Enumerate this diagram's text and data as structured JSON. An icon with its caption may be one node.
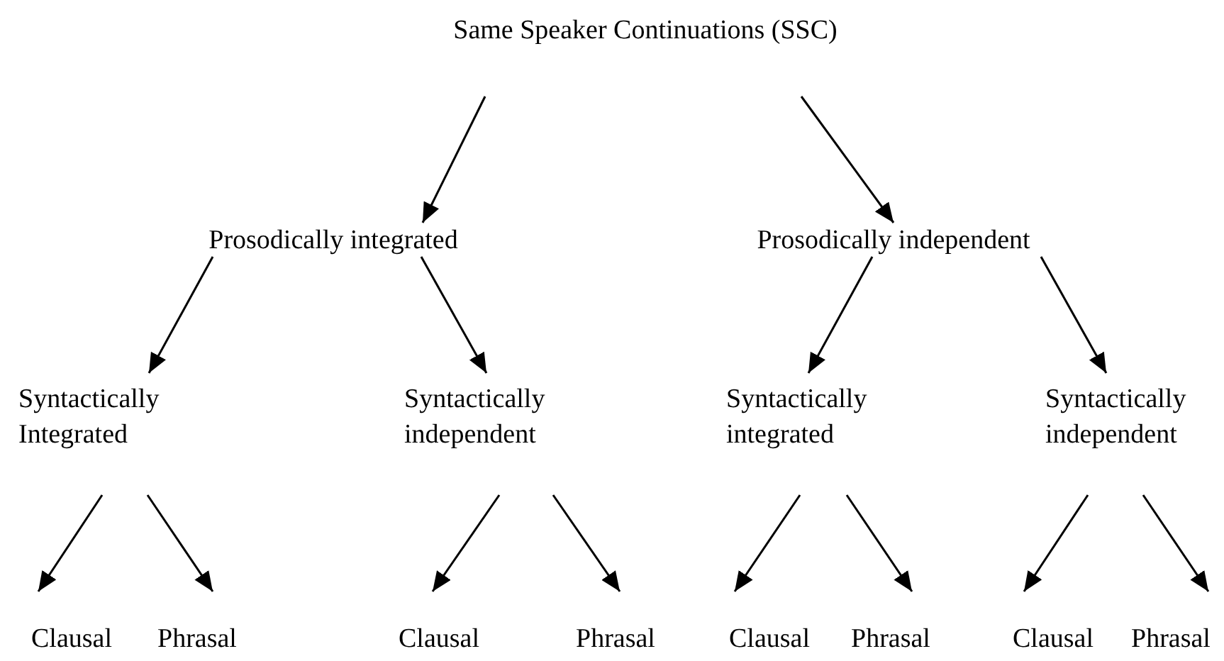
{
  "diagram": {
    "nodes": [
      {
        "text": [
          "Same Speaker Continuations (SSC)"
        ]
      },
      {
        "text": [
          "Prosodically integrated"
        ]
      },
      {
        "text": [
          "Prosodically independent"
        ]
      },
      {
        "text": [
          "Syntactically Integrated"
        ]
      },
      {
        "text": [
          "Syntactically independent"
        ]
      },
      {
        "text": [
          "Syntactically integrated"
        ]
      },
      {
        "text": [
          "Syntactically independent"
        ]
      },
      {
        "text": [
          "Clausal"
        ]
      },
      {
        "text": [
          "Phrasal"
        ]
      },
      {
        "text": [
          "Clausal"
        ]
      },
      {
        "text": [
          "Phrasal"
        ]
      },
      {
        "text": [
          "Clausal"
        ]
      },
      {
        "text": [
          "Phrasal"
        ]
      },
      {
        "text": [
          "Clausal"
        ]
      },
      {
        "text": [
          "Phrasal"
        ]
      }
    ],
    "edges": [
      {
        "from": 0,
        "to": 1,
        "arrow": "to"
      },
      {
        "from": 0,
        "to": 2,
        "arrow": "to"
      },
      {
        "from": 1,
        "to": 3,
        "arrow": "to"
      },
      {
        "from": 1,
        "to": 4,
        "arrow": "to"
      },
      {
        "from": 2,
        "to": 5,
        "arrow": "to"
      },
      {
        "from": 2,
        "to": 6,
        "arrow": "to"
      },
      {
        "from": 3,
        "to": 7,
        "arrow": "to"
      },
      {
        "from": 3,
        "to": 8,
        "arrow": "to"
      },
      {
        "from": 4,
        "to": 9,
        "arrow": "to"
      },
      {
        "from": 4,
        "to": 10,
        "arrow": "to"
      },
      {
        "from": 5,
        "to": 11,
        "arrow": "to"
      },
      {
        "from": 5,
        "to": 12,
        "arrow": "to"
      },
      {
        "from": 6,
        "to": 13,
        "arrow": "to"
      },
      {
        "from": 6,
        "to": 14,
        "arrow": "to"
      }
    ]
  }
}
